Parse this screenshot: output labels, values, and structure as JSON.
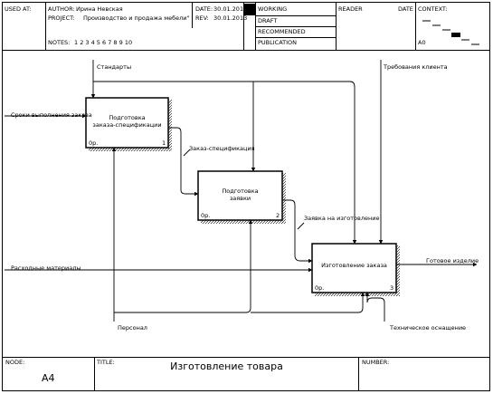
{
  "header": {
    "used_at": "USED AT:",
    "author_label": "AUTHOR:",
    "author": "Ирина Невская",
    "project_label": "PROJECT:",
    "project": "Производство и продажа мебели\"",
    "date_label": "DATE:",
    "date": "30.01.2013",
    "rev_label": "REV:",
    "rev": "30.01.2013",
    "notes_label": "NOTES:",
    "notes": "1 2 3 4 5 6 7 8 9 10",
    "status": [
      "WORKING",
      "DRAFT",
      "RECOMMENDED",
      "PUBLICATION"
    ],
    "reader": "READER",
    "date2": "DATE",
    "context": "CONTEXT:",
    "context_node": "A0"
  },
  "diagram": {
    "boxes": [
      {
        "title": "Подготовка\nзаказа-спецификации",
        "cost": "0р.",
        "number": "1"
      },
      {
        "title": "Подготовка\nзаявки",
        "cost": "0р.",
        "number": "2"
      },
      {
        "title": "Изготовление заказа",
        "cost": "0р.",
        "number": "3"
      }
    ],
    "arrows": {
      "standards": "Стандарты",
      "client_requirements": "Требования клиента",
      "order_deadlines": "Сроки выполнения заказа",
      "order_spec": "Заказ-спецификация",
      "production_request": "Заявка на изготовление",
      "consumables": "Расходные материалы",
      "finished_product": "Готовое изделие",
      "personnel": "Персонал",
      "tech_equipment": "Техническое оснащение"
    }
  },
  "footer": {
    "node_label": "NODE:",
    "node": "A4",
    "title_label": "TITLE:",
    "title": "Изготовление товара",
    "number_label": "NUMBER:"
  }
}
